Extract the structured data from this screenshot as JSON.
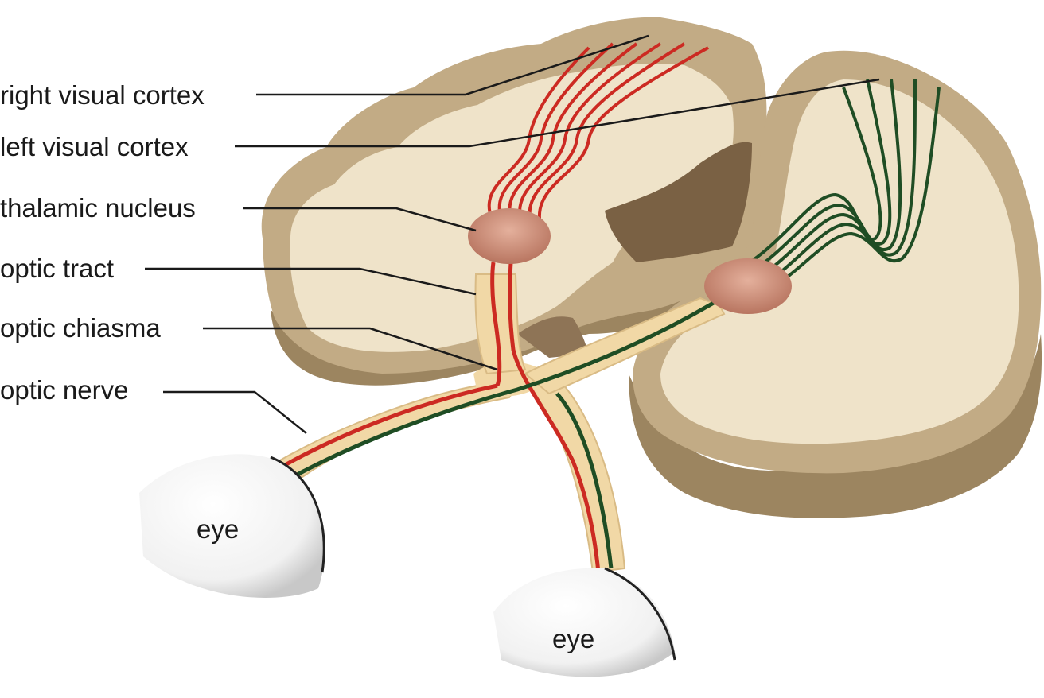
{
  "labels": {
    "right_visual_cortex": "right visual cortex",
    "left_visual_cortex": "left visual cortex",
    "thalamic_nucleus": "thalamic nucleus",
    "optic_tract": "optic tract",
    "optic_chiasma": "optic chiasma",
    "optic_nerve": "optic nerve",
    "eye_left": "eye",
    "eye_right": "eye"
  },
  "colors": {
    "cortex_outer": "#c2ab85",
    "white_matter": "#efe3c9",
    "cut_edge": "#9c8560",
    "nerve": "#f1d8a6",
    "right_pathway": "#cc2a22",
    "left_pathway": "#1f4d24",
    "nucleus": "#c98a72",
    "leader_line": "#1a1a1a"
  }
}
